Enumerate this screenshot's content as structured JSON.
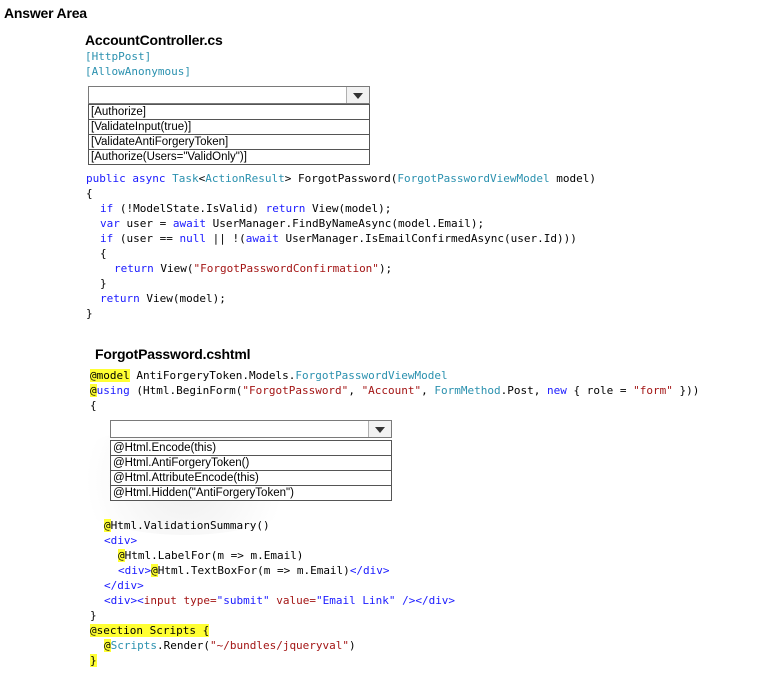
{
  "answer_area": "Answer Area",
  "controller": {
    "filename": "AccountController.cs",
    "attr1": "[HttpPost]",
    "attr2": "[AllowAnonymous]",
    "dropdown": {
      "selected": "",
      "options": [
        "[Authorize]",
        "[ValidateInput(true)]",
        "[ValidateAntiForgeryToken]",
        "[Authorize(Users=\"ValidOnly\")]"
      ]
    },
    "method_sig": {
      "kw1": "public",
      "kw2": "async",
      "t1": "Task",
      "lt": "<",
      "t2": "ActionResult",
      "gt": ">",
      "name": " ForgotPassword(",
      "t3": "ForgotPasswordViewModel",
      "tail": " model)"
    },
    "open_brace": "{",
    "line1": {
      "kw": "if",
      "rest1": " (!ModelState.IsValid) ",
      "kw2": "return",
      "rest2": " View(model);"
    },
    "line2": {
      "kw": "var",
      "rest1": " user = ",
      "kw2": "await",
      "rest2": " UserManager.FindByNameAsync(model.Email);"
    },
    "line3": {
      "kw": "if",
      "rest1": " (user == ",
      "kw2": "null",
      "rest2": " || !(",
      "kw3": "await",
      "rest3": " UserManager.IsEmailConfirmedAsync(user.Id)))"
    },
    "inner_open": "{",
    "line4": {
      "kw": "return",
      "rest1": " View(",
      "str": "\"ForgotPasswordConfirmation\"",
      "rest2": ");"
    },
    "inner_close": "}",
    "line5": {
      "kw": "return",
      "rest1": " View(model);"
    },
    "close_brace": "}"
  },
  "view": {
    "filename": "ForgotPassword.cshtml",
    "model_kw": "@model",
    "model_rest": " AntiForgeryToken.Models.",
    "model_type": "ForgotPasswordViewModel",
    "using_at": "@",
    "using_kw": "using",
    "using_p1": " (Html.BeginForm(",
    "using_s1": "\"ForgotPassword\"",
    "using_p2": ", ",
    "using_s2": "\"Account\"",
    "using_p3": ", ",
    "using_t": "FormMethod",
    "using_p4": ".Post, ",
    "using_kw2": "new",
    "using_p5": " { role = ",
    "using_s3": "\"form\"",
    "using_p6": " }))",
    "open_brace": "{",
    "dropdown": {
      "selected": "",
      "options": [
        "@Html.Encode(this)",
        "@Html.AntiForgeryToken()",
        "@Html.AttributeEncode(this)",
        "@Html.Hidden(\"AntiForgeryToken\")"
      ]
    },
    "vs_at": "@",
    "vs_rest": "Html.ValidationSummary()",
    "div_open": "<div>",
    "label_at": "@",
    "label_rest": "Html.LabelFor(m => m.Email)",
    "tb_div1": "<div>",
    "tb_at": "@",
    "tb_rest": "Html.TextBoxFor(m => m.Email)",
    "tb_div2": "</div>",
    "div_close": "</div>",
    "input_p1": "<div><",
    "input_tag": "input",
    "input_a1": " type=",
    "input_v1": "\"submit\"",
    "input_a2": " value=",
    "input_v2": "\"Email Link\"",
    "input_p2": " /></div>",
    "close_brace": "}",
    "section": "@section Scripts {",
    "scripts_at": "@",
    "scripts_kw": "Scripts",
    "scripts_p1": ".Render(",
    "scripts_s": "\"~/bundles/jqueryval\"",
    "scripts_p2": ")",
    "section_close": "}"
  }
}
